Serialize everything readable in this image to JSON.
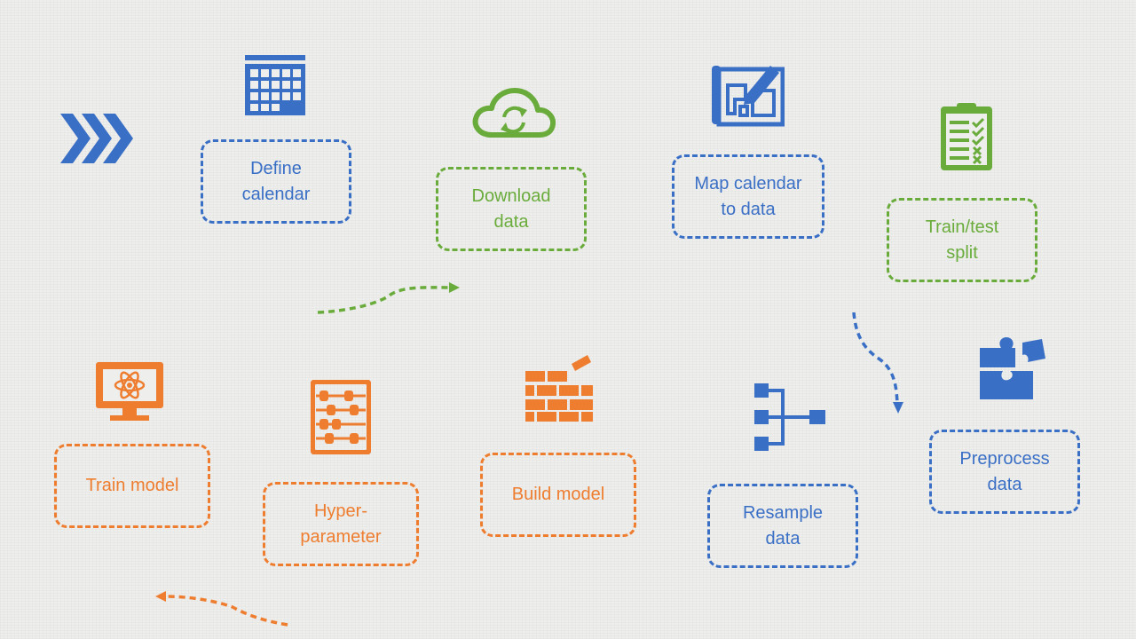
{
  "steps": [
    {
      "id": "define-calendar",
      "label": "Define\ncalendar",
      "icon": "calendar-icon",
      "color": "#3a6fc6"
    },
    {
      "id": "download-data",
      "label": "Download\ndata",
      "icon": "cloud-sync-icon",
      "color": "#6aac3c"
    },
    {
      "id": "map-calendar",
      "label": "Map calendar\nto data",
      "icon": "blueprint-icon",
      "color": "#3a6fc6"
    },
    {
      "id": "train-test-split",
      "label": "Train/test\nsplit",
      "icon": "clipboard-checklist-icon",
      "color": "#6aac3c"
    },
    {
      "id": "preprocess-data",
      "label": "Preprocess\ndata",
      "icon": "puzzle-icon",
      "color": "#3a6fc6"
    },
    {
      "id": "resample-data",
      "label": "Resample\ndata",
      "icon": "hierarchy-icon",
      "color": "#3a6fc6"
    },
    {
      "id": "build-model",
      "label": "Build model",
      "icon": "brick-wall-icon",
      "color": "#ee7d2f"
    },
    {
      "id": "hyperparameter",
      "label": "Hyper-\nparameter",
      "icon": "abacus-icon",
      "color": "#ee7d2f"
    },
    {
      "id": "train-model",
      "label": "Train model",
      "icon": "atom-monitor-icon",
      "color": "#ee7d2f"
    }
  ],
  "decor": {
    "start_icon": "chevrons-right-icon",
    "arrow_colors": [
      "#6aac3c",
      "#3a6fc6",
      "#ee7d2f"
    ]
  }
}
